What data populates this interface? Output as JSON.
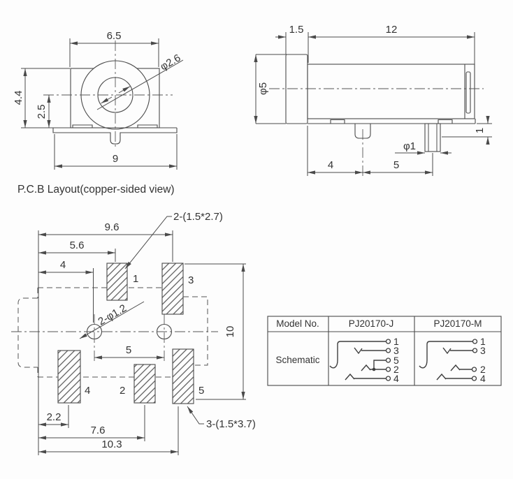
{
  "front_view": {
    "width": "6.5",
    "hole_dia": "φ2.6",
    "height": "4.4",
    "center_height": "2.5",
    "base_width": "9"
  },
  "side_view": {
    "flange_width": "1.5",
    "body_length": "12",
    "body_dia": "φ5",
    "pin_dia": "φ1",
    "pin_step": "1",
    "pitch_a": "4",
    "pitch_b": "5"
  },
  "pcb_layout": {
    "title": "P.C.B Layout(copper-sided view)",
    "width_1": "9.6",
    "width_2": "5.6",
    "width_3": "4",
    "hole_pitch": "5",
    "height": "10",
    "offset_1": "2.2",
    "offset_2": "7.6",
    "offset_3": "10.3",
    "small_pads_note": "2-(1.5*2.7)",
    "holes_note": "2-φ1.2",
    "large_pads_note": "3-(1.5*3.7)",
    "pad_1": "1",
    "pad_2": "2",
    "pad_3": "3",
    "pad_4": "4",
    "pad_5": "5"
  },
  "table": {
    "model_header": "Model No.",
    "model_j": "PJ20170-J",
    "model_m": "PJ20170-M",
    "row_label": "Schematic",
    "j_pins": [
      "1",
      "3",
      "5",
      "2",
      "4"
    ],
    "m_pins": [
      "1",
      "3",
      "2",
      "4"
    ]
  }
}
